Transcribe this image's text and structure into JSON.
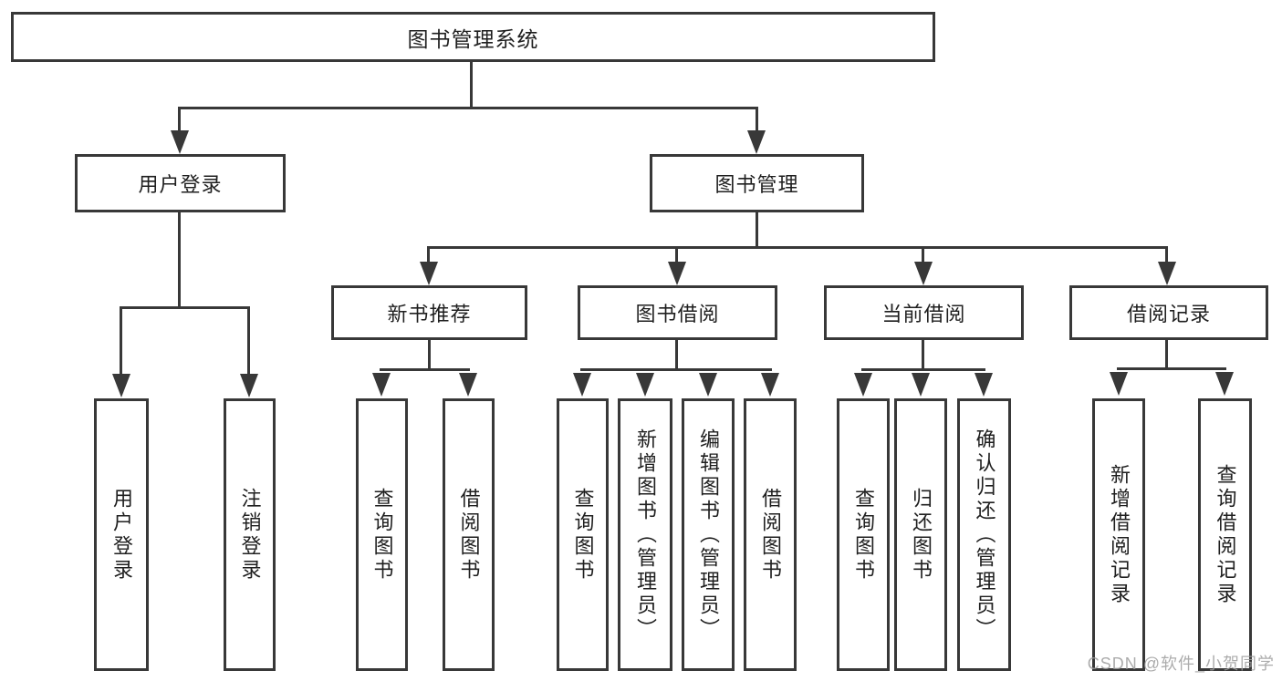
{
  "diagram": {
    "root": "图书管理系统",
    "level2": [
      "用户登录",
      "图书管理"
    ],
    "level3": [
      "新书推荐",
      "图书借阅",
      "当前借阅",
      "借阅记录"
    ],
    "leaves_user_login": [
      "用户登录",
      "注销登录"
    ],
    "leaves_new_book": [
      "查询图书",
      "借阅图书"
    ],
    "leaves_book_borrow": [
      "查询图书",
      "新增图书（管理员）",
      "编辑图书（管理员）",
      "借阅图书"
    ],
    "leaves_current_borrow": [
      "查询图书",
      "归还图书",
      "确认归还（管理员）"
    ],
    "leaves_borrow_records": [
      "新增借阅记录",
      "查询借阅记录"
    ],
    "colors": {
      "line": "#383838",
      "border": "#383838",
      "text": "#1f1f1f",
      "watermark": "#9e9e9e"
    },
    "watermark": "CSDN @软件_小贺同学"
  }
}
